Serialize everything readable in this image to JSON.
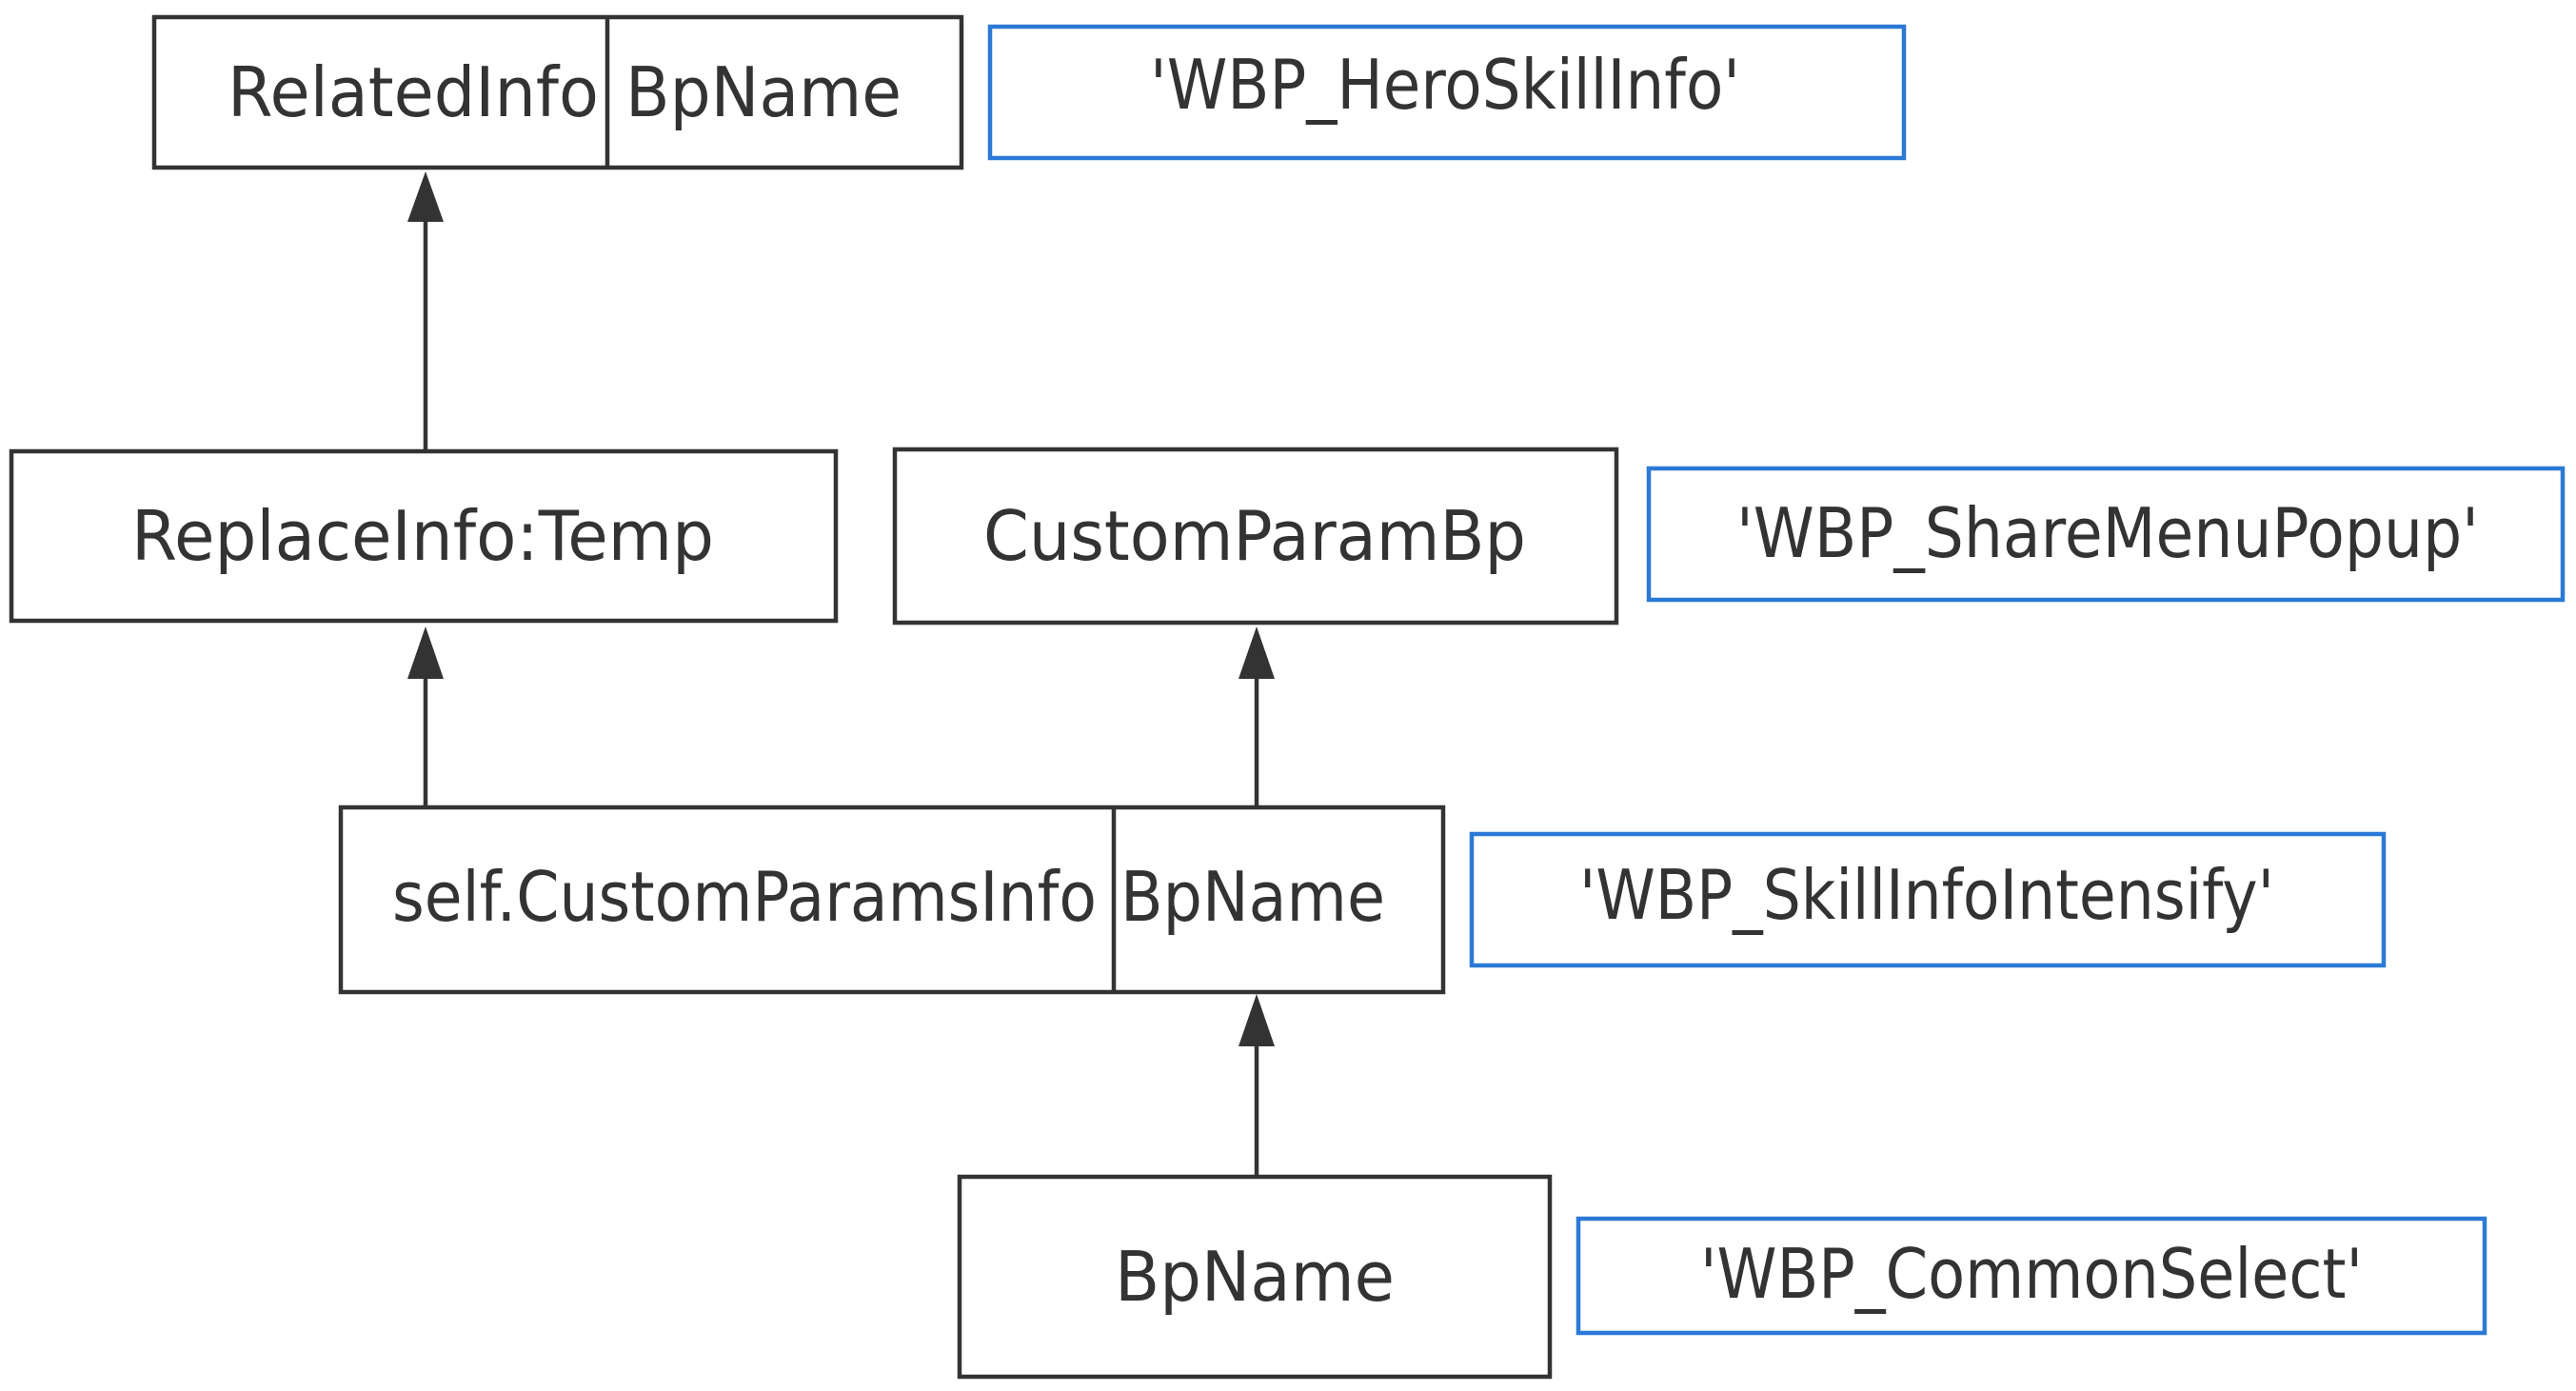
{
  "colors": {
    "node_border": "#333333",
    "value_border": "#2b79d6",
    "text": "#333333",
    "background": "#ffffff"
  },
  "nodes": {
    "related_info": {
      "left": "RelatedInfo",
      "right": "BpName"
    },
    "replace_info": {
      "label": "ReplaceInfo:Temp"
    },
    "custom_param_bp": {
      "label": "CustomParamBp"
    },
    "custom_params_info": {
      "left": "self.CustomParamsInfo",
      "right": "BpName"
    },
    "bp_name": {
      "label": "BpName"
    }
  },
  "values": {
    "hero_skill_info": "'WBP_HeroSkillInfo'",
    "share_menu_popup": "'WBP_ShareMenuPopup'",
    "skill_info_intensify": "'WBP_SkillInfoIntensify'",
    "common_select": "'WBP_CommonSelect'"
  },
  "edges": [
    {
      "from": "replace_info",
      "to": "related_info"
    },
    {
      "from": "custom_params_info",
      "to": "replace_info"
    },
    {
      "from": "custom_params_info",
      "to": "custom_param_bp"
    },
    {
      "from": "bp_name",
      "to": "custom_params_info"
    }
  ]
}
